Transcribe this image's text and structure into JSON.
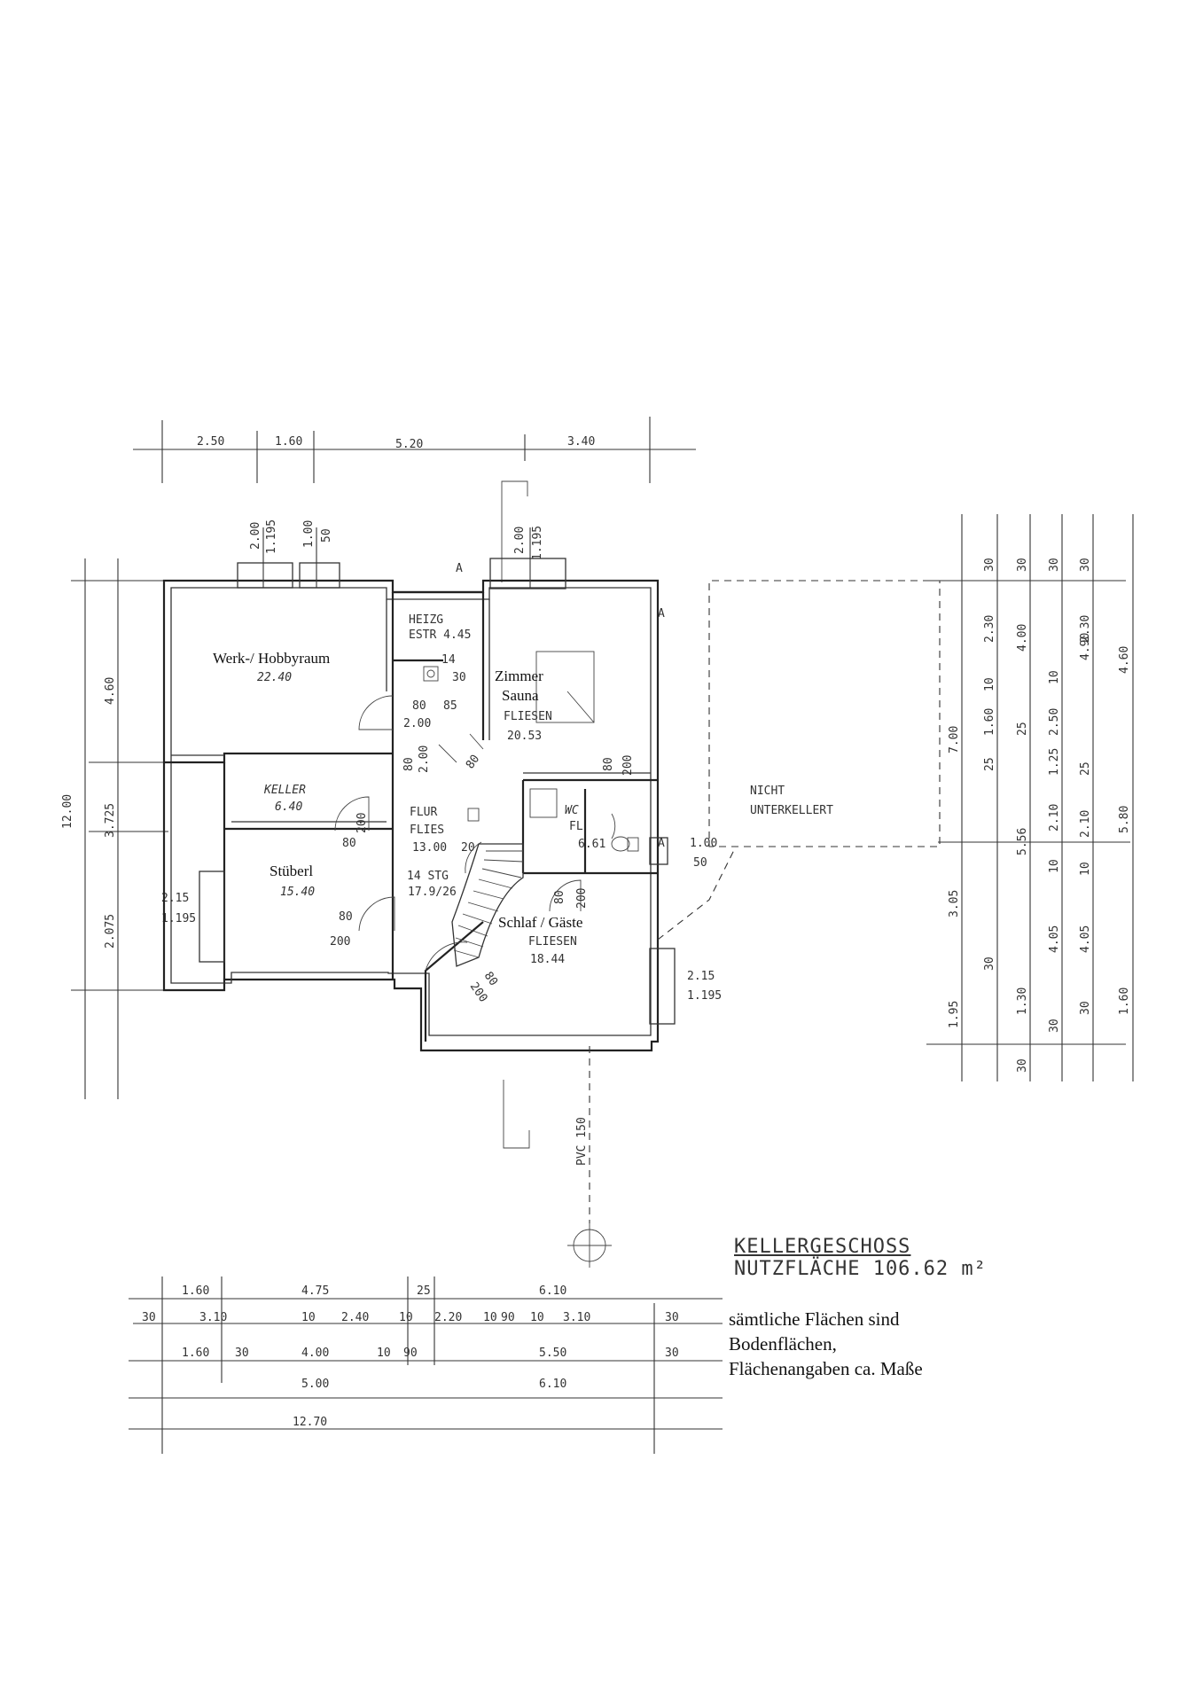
{
  "rooms": {
    "werk": {
      "name": "Werk-/ Hobbyraum",
      "area": "22.40"
    },
    "heizg": {
      "name": "HEIZG",
      "sub": "ESTR 4.45"
    },
    "zimmer": {
      "name": "Zimmer",
      "name2": "Sauna",
      "floor": "FLIESEN",
      "area": "20.53"
    },
    "keller": {
      "name": "KELLER",
      "area": "6.40"
    },
    "flur": {
      "name": "FLUR",
      "floor": "FLIES",
      "area": "13.00",
      "stairs": "14 STG",
      "stair_dim": "17.9/26"
    },
    "wc": {
      "name": "WC",
      "floor": "FL",
      "area": "6.61"
    },
    "stueberl": {
      "name": "Stüberl",
      "area": "15.40"
    },
    "schlaf": {
      "name": "Schlaf / Gäste",
      "floor": "FLIESEN",
      "area": "18.44"
    },
    "nicht": {
      "line1": "NICHT",
      "line2": "UNTERKELLERT"
    }
  },
  "dims_top": [
    "2.50",
    "1.60",
    "5.20",
    "3.40"
  ],
  "dims_bottom": {
    "row1": [
      "1.60",
      "4.75",
      "25",
      "6.10"
    ],
    "row2": [
      "30",
      "3.10",
      "10",
      "2.40",
      "10",
      "2.20",
      "10",
      "90",
      "10",
      "3.10",
      "30"
    ],
    "row3": [
      "1.60",
      "30",
      "4.00",
      "10",
      "90",
      "5.50",
      "30"
    ],
    "row4": [
      "5.00",
      "6.10"
    ],
    "row5": [
      "12.70"
    ]
  },
  "dims_left": [
    "12.00",
    "4.60",
    "3.725",
    "2.075",
    "2.15",
    "1.195"
  ],
  "dims_right": {
    "col1": [
      "7.00",
      "3.05",
      "1.95",
      "30"
    ],
    "col2": [
      "30",
      "2.30",
      "10",
      "1.60",
      "25",
      "5.56",
      "1.30",
      "30"
    ],
    "col3": [
      "30",
      "4.00",
      "25",
      "1.25",
      "2.10",
      "10",
      "4.05",
      "30"
    ],
    "col4": [
      "30",
      "2.30",
      "10",
      "2.50",
      "25",
      "2.10",
      "10",
      "4.05",
      "30"
    ],
    "col5": [
      "30",
      "4.90",
      "4.60",
      "5.80",
      "1.60"
    ]
  },
  "window_labels": [
    "2.00",
    "1.195",
    "1.00",
    "50",
    "2.00",
    "1.195",
    "2.15",
    "1.195",
    "1.00",
    "50"
  ],
  "door_labels": [
    "80",
    "200",
    "80",
    "2.00",
    "80",
    "2.00",
    "80",
    "200",
    "80",
    "200",
    "80",
    "200",
    "80",
    "200"
  ],
  "misc": {
    "section_mark": "A",
    "pvc": "PVC 150",
    "marks": [
      "14",
      "30",
      "20",
      "80",
      "85"
    ]
  },
  "title": {
    "line1": "KELLERGESCHOSS",
    "line2": "NUTZFLÄCHE 106.62 m²"
  },
  "note": {
    "line1": "sämtliche Flächen sind",
    "line2": "Bodenflächen,",
    "line3": "Flächenangaben ca. Maße"
  }
}
